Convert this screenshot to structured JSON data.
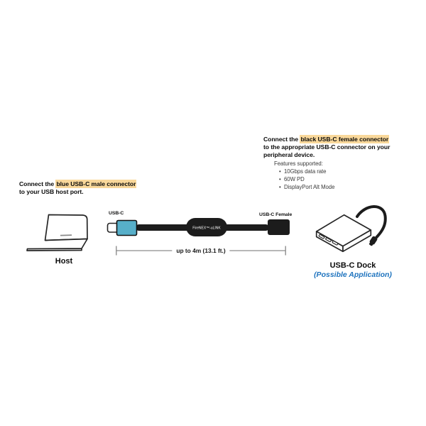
{
  "left_note": {
    "line1_pre": "Connect the ",
    "line1_highlight": "blue USB-C male connector",
    "line2": "to your USB host port."
  },
  "right_note": {
    "line1_pre": "Connect the ",
    "line1_highlight": "black USB-C female connector",
    "line2": "to the appropriate USB-C connector on your",
    "line3": "peripheral device."
  },
  "features": {
    "title": "Features supported:",
    "bullet": "•",
    "items": [
      "10Gbps data rate",
      "60W PD",
      "DisplayPort Alt Mode"
    ]
  },
  "cable": {
    "male_label": "USB-C",
    "female_label": "USB-C Female",
    "brand": "FireNEX™-uLINK",
    "length_label": "up to 4m (13.1 ft.)"
  },
  "host": {
    "label": "Host"
  },
  "dock": {
    "label": "USB-C Dock",
    "sublabel": "(Possible Application)"
  },
  "colors": {
    "highlight": "#F9D89B",
    "connector_blue": "#57AFC9",
    "accent_blue": "#1E73BE",
    "cable_black": "#1C1C1C",
    "outline_dark": "#262626",
    "line_gray": "#8C8C8C"
  }
}
